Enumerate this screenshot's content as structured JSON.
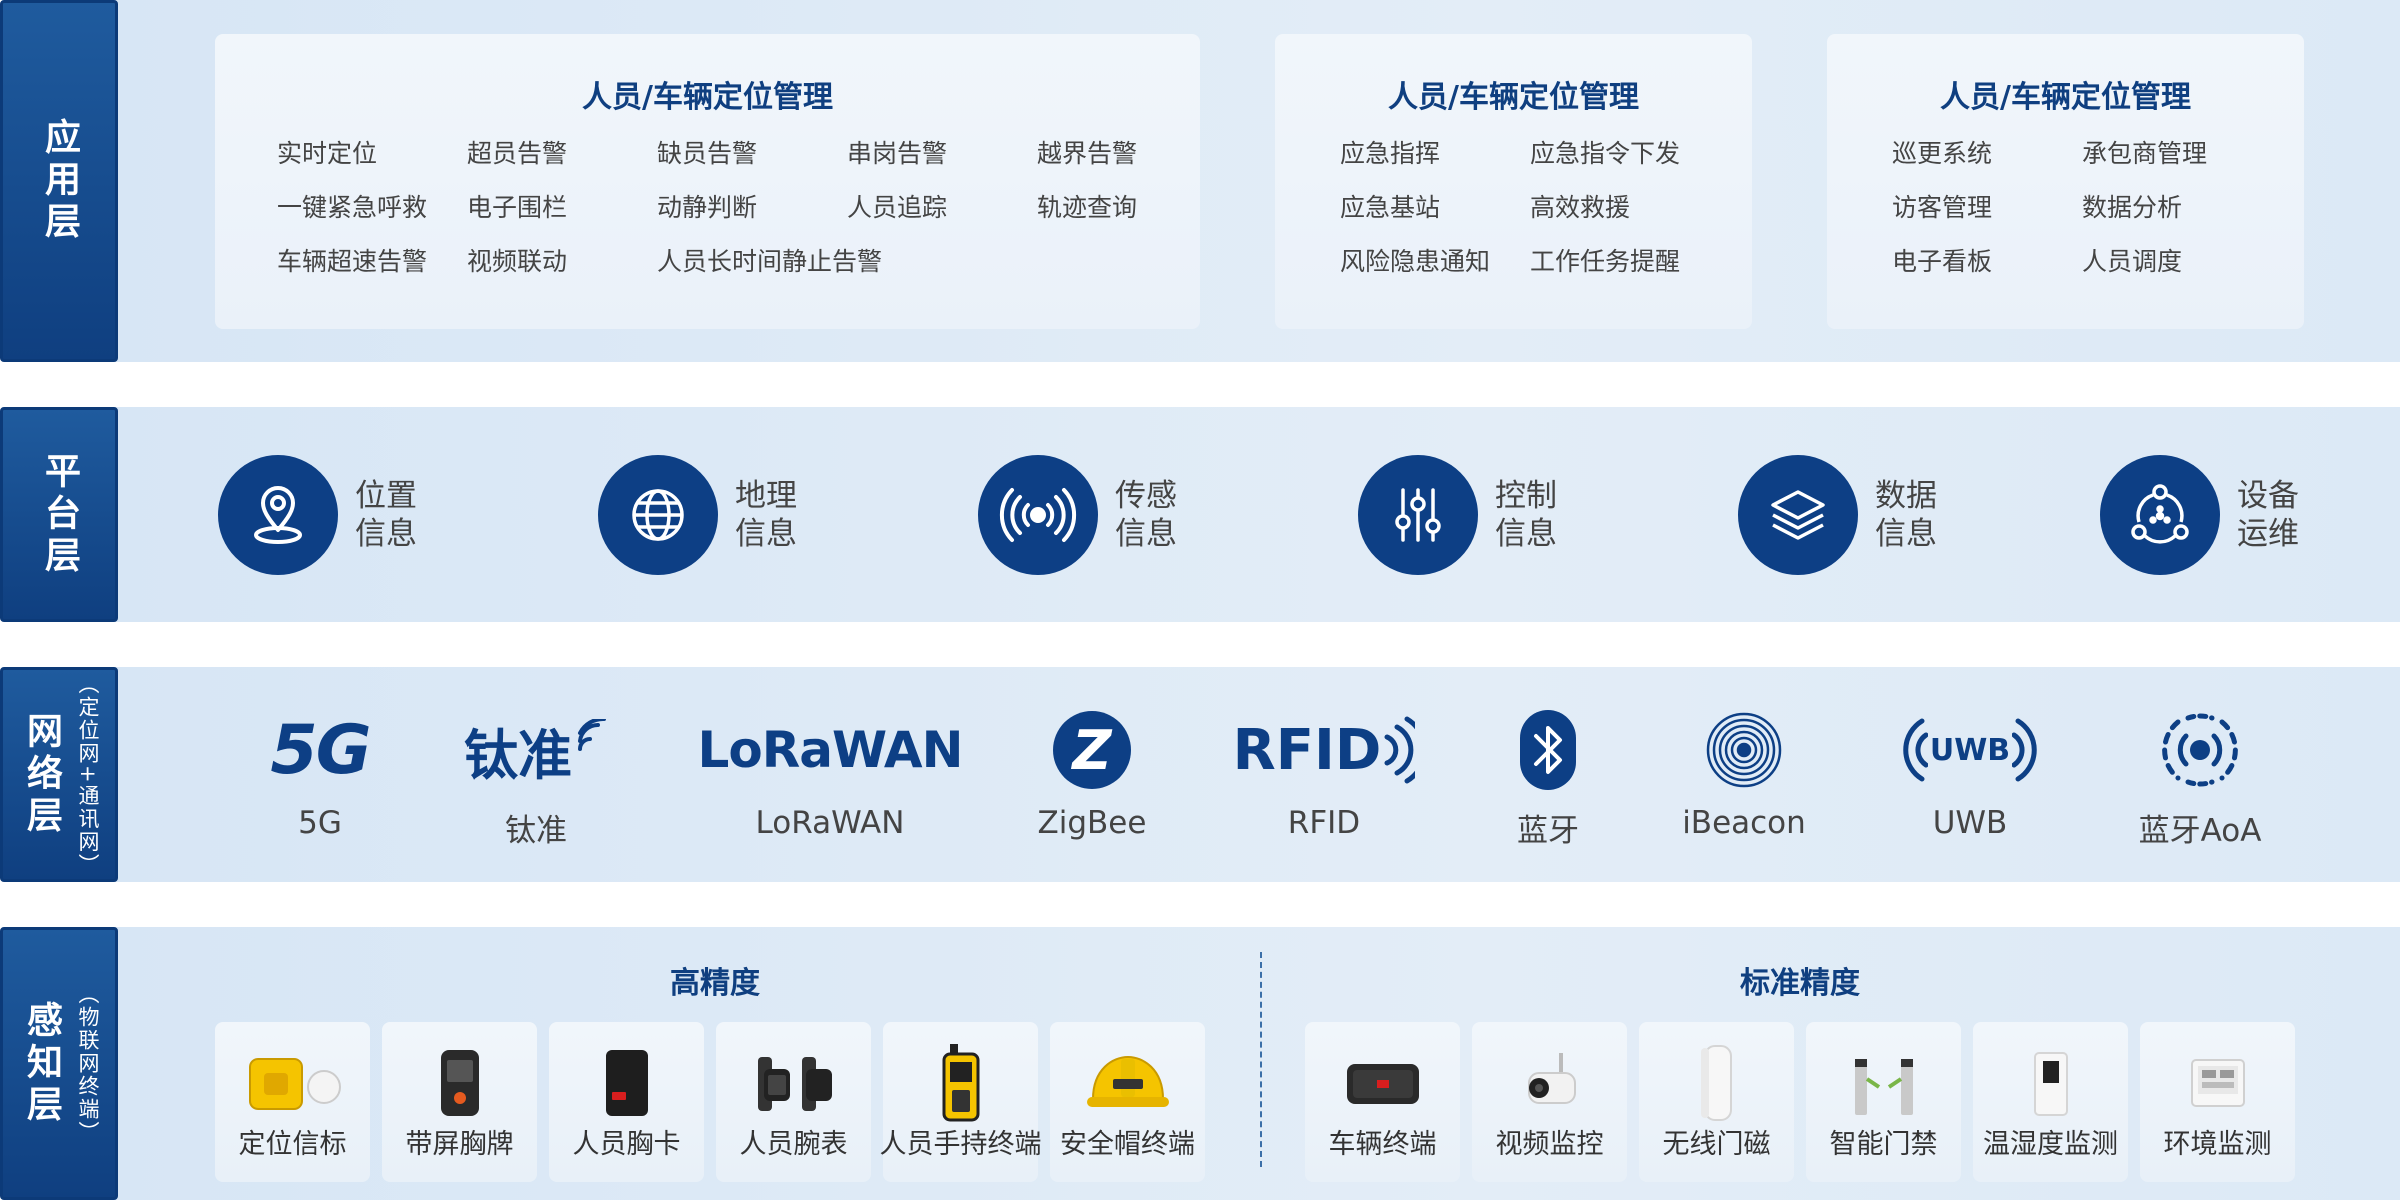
{
  "layers": {
    "app": {
      "label": "应用层"
    },
    "platform": {
      "label": "平台层"
    },
    "network": {
      "label": "网络层",
      "sublabel": "（定位网+通讯网）"
    },
    "perception": {
      "label": "感知层",
      "sublabel": "（物联网终端）"
    }
  },
  "app_cards": [
    {
      "title": "人员/车辆定位管理",
      "items": [
        "实时定位",
        "超员告警",
        "缺员告警",
        "串岗告警",
        "越界告警",
        "一键紧急呼救",
        "电子围栏",
        "动静判断",
        "人员追踪",
        "轨迹查询",
        "车辆超速告警",
        "视频联动",
        "人员长时间静止告警"
      ]
    },
    {
      "title": "人员/车辆定位管理",
      "items": [
        "应急指挥",
        "应急指令下发",
        "应急基站",
        "高效救援",
        "风险隐患通知",
        "工作任务提醒"
      ]
    },
    {
      "title": "人员/车辆定位管理",
      "items": [
        "巡更系统",
        "承包商管理",
        "访客管理",
        "数据分析",
        "电子看板",
        "人员调度"
      ]
    }
  ],
  "platform": [
    {
      "icon": "location-pin-icon",
      "line1": "位置",
      "line2": "信息"
    },
    {
      "icon": "globe-icon",
      "line1": "地理",
      "line2": "信息"
    },
    {
      "icon": "sensor-signal-icon",
      "line1": "传感",
      "line2": "信息"
    },
    {
      "icon": "sliders-icon",
      "line1": "控制",
      "line2": "信息"
    },
    {
      "icon": "layers-icon",
      "line1": "数据",
      "line2": "信息"
    },
    {
      "icon": "device-network-icon",
      "line1": "设备",
      "line2": "运维"
    }
  ],
  "network": [
    {
      "logo_text": "5G",
      "caption": "5G"
    },
    {
      "logo_text": "钛准",
      "caption": "钛准"
    },
    {
      "logo_text": "LoRaWAN",
      "caption": "LoRaWAN"
    },
    {
      "logo_text": "Z",
      "caption": "ZigBee"
    },
    {
      "logo_text": "RFID",
      "caption": "RFID"
    },
    {
      "logo_text": "",
      "caption": "蓝牙"
    },
    {
      "logo_text": "",
      "caption": "iBeacon"
    },
    {
      "logo_text": "UWB",
      "caption": "UWB"
    },
    {
      "logo_text": "",
      "caption": "蓝牙AoA"
    }
  ],
  "perception": {
    "high_title": "高精度",
    "standard_title": "标准精度",
    "high": [
      "定位信标",
      "带屏胸牌",
      "人员胸卡",
      "人员腕表",
      "人员手持终端",
      "安全帽终端"
    ],
    "standard": [
      "车辆终端",
      "视频监控",
      "无线门磁",
      "智能门禁",
      "温湿度监测",
      "环境监测"
    ]
  },
  "colors": {
    "primary": "#0f3f80",
    "band": "#dde9f6",
    "card": "#eef4fa",
    "accent_yellow": "#f5c400"
  }
}
